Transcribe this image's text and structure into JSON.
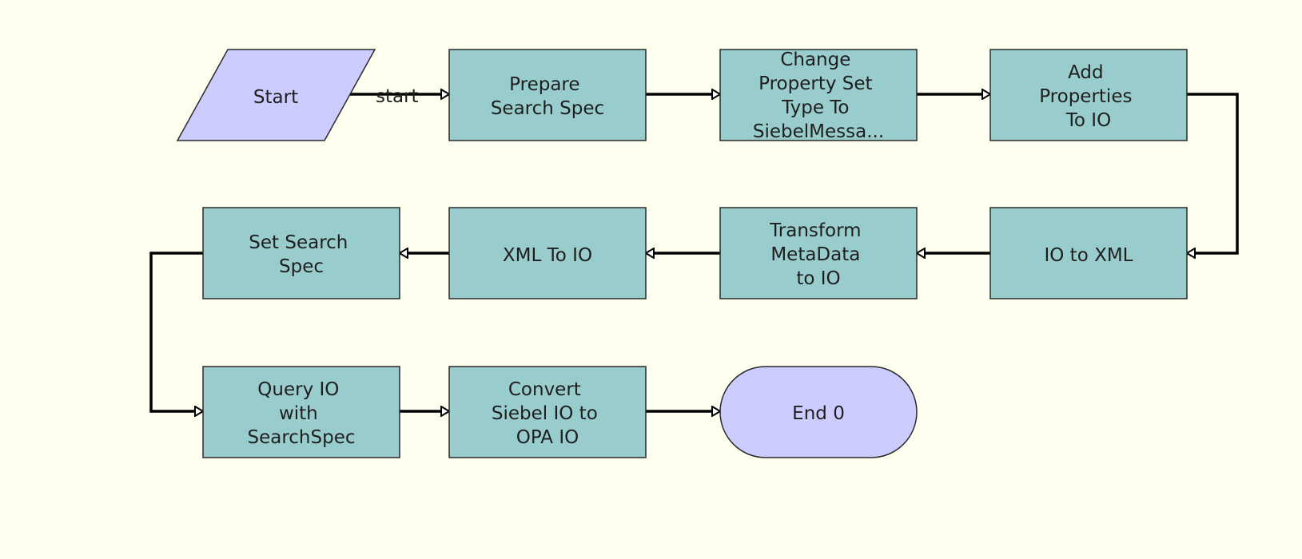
{
  "diagram": {
    "nodes": {
      "start": {
        "lines": [
          "Start"
        ]
      },
      "prepare_search_spec": {
        "lines": [
          "Prepare",
          "Search Spec"
        ]
      },
      "change_property_set": {
        "lines": [
          "Change",
          "Property Set",
          "Type To",
          "SiebelMessa..."
        ]
      },
      "add_properties": {
        "lines": [
          "Add",
          "Properties",
          "To IO"
        ]
      },
      "io_to_xml": {
        "lines": [
          "IO to XML"
        ]
      },
      "transform_metadata": {
        "lines": [
          "Transform",
          "MetaData",
          "to IO"
        ]
      },
      "xml_to_io": {
        "lines": [
          "XML To IO"
        ]
      },
      "set_search_spec": {
        "lines": [
          "Set Search",
          "Spec"
        ]
      },
      "query_io": {
        "lines": [
          "Query IO",
          "with",
          "SearchSpec"
        ]
      },
      "convert_siebel_io": {
        "lines": [
          "Convert",
          "Siebel IO to",
          "OPA IO"
        ]
      },
      "end_0": {
        "lines": [
          "End 0"
        ]
      }
    },
    "edges": {
      "start_to_prepare": {
        "label": "start"
      }
    }
  }
}
